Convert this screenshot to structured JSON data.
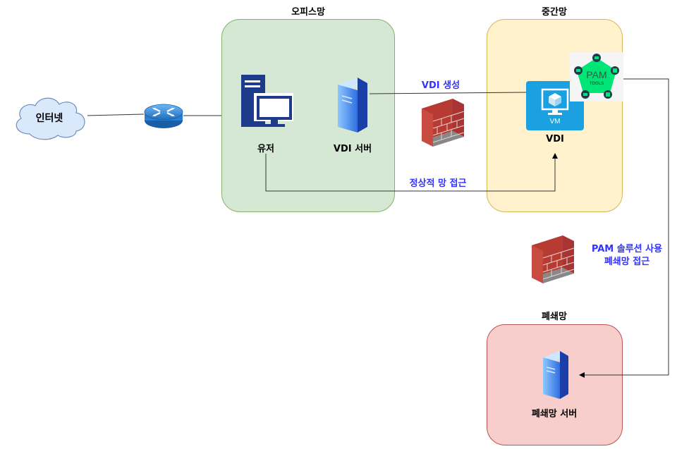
{
  "colors": {
    "office_fill": "#d5e8d4",
    "office_stroke": "#82b366",
    "mid_fill": "#fff2cc",
    "mid_stroke": "#d6b656",
    "closed_fill": "#f8cecc",
    "closed_stroke": "#b85450",
    "label_blue": "#3333ff",
    "vm_blue": "#1ba1e2",
    "pam_green": "#00e676"
  },
  "zones": {
    "office": {
      "title": "오피스망"
    },
    "mid": {
      "title": "중간망"
    },
    "closed": {
      "title": "폐쇄망"
    }
  },
  "nodes": {
    "internet": {
      "label": "인터넷",
      "icon": "cloud-icon"
    },
    "router": {
      "icon": "router-icon"
    },
    "user": {
      "label": "유저",
      "icon": "workstation-icon"
    },
    "vdi_server": {
      "label": "VDI 서버",
      "icon": "server-icon"
    },
    "vdi": {
      "label": "VDI",
      "badge": "VM",
      "icon": "vm-icon"
    },
    "pam": {
      "title": "PAM",
      "subtitle": "TOOLS",
      "icon": "pam-tools-icon"
    },
    "closed_server": {
      "label": "폐쇄망 서버",
      "icon": "server-icon"
    },
    "firewall_top": {
      "icon": "firewall-icon"
    },
    "firewall_bottom": {
      "icon": "firewall-icon"
    }
  },
  "edges": {
    "vdi_create": {
      "label": "VDI 생성"
    },
    "normal_access": {
      "label": "정상적 망 접근"
    },
    "pam_access": {
      "line1": "PAM 솔루션 사용",
      "line2": "폐쇄망 접근"
    }
  }
}
